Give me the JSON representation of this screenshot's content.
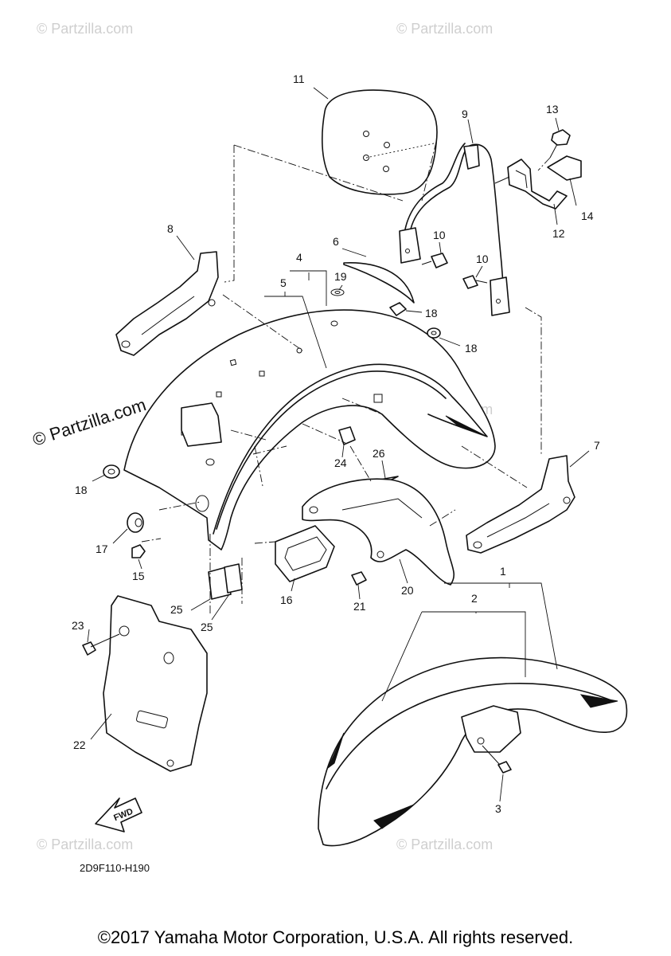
{
  "watermark": "© Partzilla.com",
  "watermark_brand": "© Partzilla.com",
  "diagram_code": "2D9F110-H190",
  "direction_label": "FWD",
  "copyright": "©2017 Yamaha Motor Corporation, U.S.A. All rights reserved.",
  "callouts": {
    "c1": "1",
    "c2": "2",
    "c3": "3",
    "c4": "4",
    "c5": "5",
    "c6": "6",
    "c7": "7",
    "c8": "8",
    "c9": "9",
    "c10a": "10",
    "c10b": "10",
    "c11": "11",
    "c12": "12",
    "c13": "13",
    "c14": "14",
    "c15": "15",
    "c16": "16",
    "c17": "17",
    "c18a": "18",
    "c18b": "18",
    "c18c": "18",
    "c19": "19",
    "c20": "20",
    "c21": "21",
    "c22": "22",
    "c23": "23",
    "c24": "24",
    "c25a": "25",
    "c25b": "25",
    "c26": "26"
  }
}
